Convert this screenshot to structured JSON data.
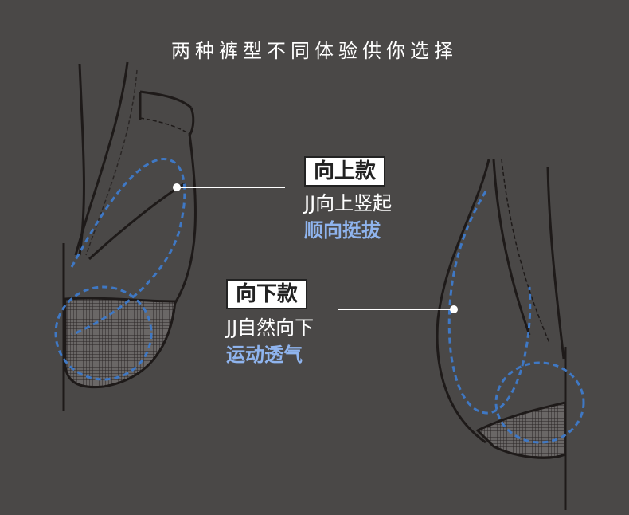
{
  "title": "两种裤型不同体验供你选择",
  "styles": [
    {
      "badge": "向上款",
      "description": "JJ向上竖起",
      "benefit": "顺向挺拔"
    },
    {
      "badge": "向下款",
      "description": "JJ自然向下",
      "benefit": "运动透气"
    }
  ],
  "colors": {
    "background": "#4a4847",
    "accent_blue": "#8fb4ee",
    "dash_blue": "#3f78c4",
    "outline": "#1e1a19"
  }
}
